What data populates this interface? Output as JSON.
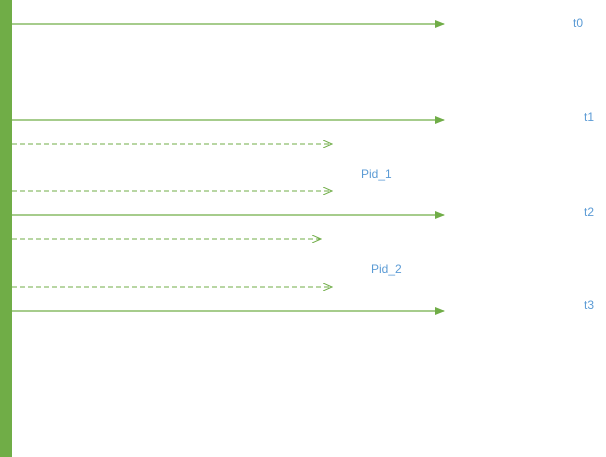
{
  "colors": {
    "timeline": "#70ad47",
    "label_text": "#5b9bd5",
    "background": "#ffffff"
  },
  "labels": {
    "t0": "t0",
    "t1": "t1",
    "pid_1": "Pid_1",
    "t2": "t2",
    "pid_2": "Pid_2",
    "t3": "t3"
  }
}
